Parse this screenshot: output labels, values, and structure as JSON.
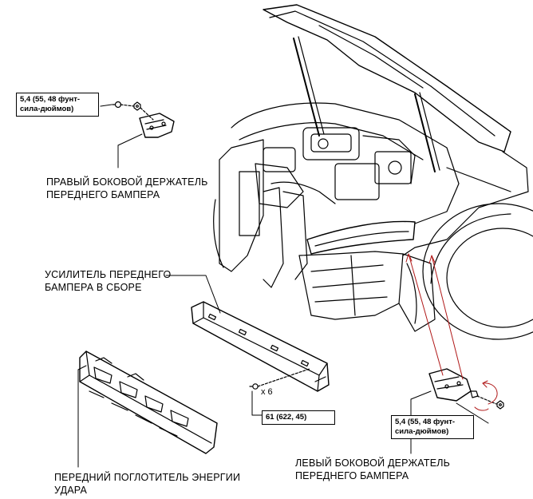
{
  "labels": {
    "right_bracket": [
      "ПРАВЫЙ БОКОВОЙ ДЕРЖАТЕЛЬ",
      "ПЕРЕДНЕГО БАМПЕРА"
    ],
    "reinforcement": [
      "УСИЛИТЕЛЬ ПЕРЕДНЕГО",
      "БАМПЕРА В СБОРЕ"
    ],
    "absorber": [
      "ПЕРЕДНИЙ ПОГЛОТИТЕЛЬ ЭНЕРГИИ",
      "УДАРА"
    ],
    "left_bracket": [
      "ЛЕВЫЙ БОКОВОЙ ДЕРЖАТЕЛЬ",
      "ПЕРЕДНЕГО БАМПЕРА"
    ]
  },
  "torque": {
    "right": [
      "5,4 (55, 48 фунт-",
      "сила-дюймов)"
    ],
    "center": "61 (622, 45)",
    "left": [
      "5,4 (55, 48 фунт-",
      "сила-дюймов)"
    ]
  },
  "quantity": "x 6",
  "colors": {
    "line": "#000000",
    "arrow": "#b01818"
  },
  "icons": [
    "bolt-icon",
    "nut-icon",
    "rotation-arrow-icon"
  ]
}
